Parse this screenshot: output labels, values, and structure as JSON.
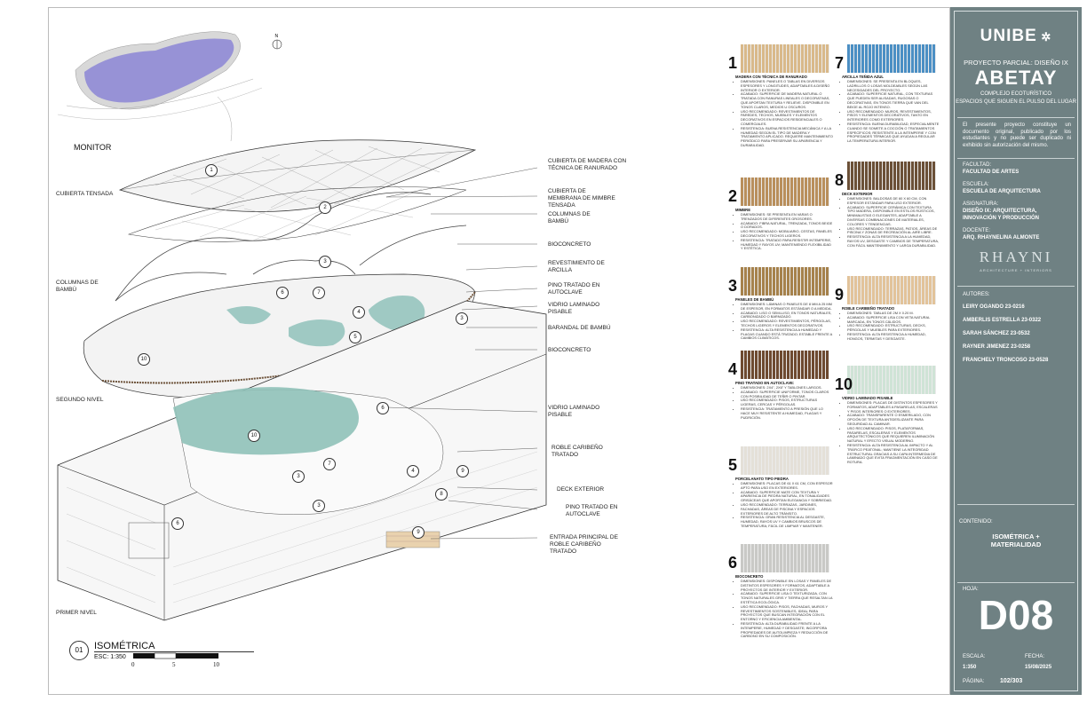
{
  "drawing": {
    "monitor_label": "MONITOR",
    "left_labels": [
      {
        "id": "cubierta",
        "text": "CUBIERTA TENSADA"
      },
      {
        "id": "columnas",
        "text": "COLUMNAS DE BAMBÚ"
      },
      {
        "id": "segundo",
        "text": "SEGUNDO NIVEL"
      },
      {
        "id": "primer",
        "text": "PRIMER NIVEL"
      }
    ],
    "right_labels": [
      {
        "id": "r1",
        "text": "CUBIERTA DE MADERA CON TÉCNICA DE RANURADO"
      },
      {
        "id": "r2",
        "text": "CUBIERTA DE MEMBRANA DE MIMBRE TENSADA"
      },
      {
        "id": "r3",
        "text": "COLUMNAS DE BAMBÚ"
      },
      {
        "id": "r4",
        "text": "BIOCONCRETO"
      },
      {
        "id": "r5",
        "text": "REVESTIMIENTO DE ARCILLA"
      },
      {
        "id": "r6",
        "text": "PINO TRATADO EN AUTOCLAVE"
      },
      {
        "id": "r7",
        "text": "VIDRIO LAMINADO PISABLE"
      },
      {
        "id": "r8",
        "text": "BARANDAL DE BAMBÚ"
      },
      {
        "id": "r9",
        "text": "BIOCONCRETO"
      },
      {
        "id": "r10",
        "text": "VIDRIO LAMINADO PISABLE"
      },
      {
        "id": "r11",
        "text": "ROBLE CARIBEÑO TRATADO"
      },
      {
        "id": "r12",
        "text": "DECK EXTERIOR"
      },
      {
        "id": "r13",
        "text": "PINO TRATADO EN AUTOCLAVE"
      },
      {
        "id": "r14",
        "text": "ENTRADA PRINCIPAL DE ROBLE CARIBEÑO TRATADO"
      }
    ],
    "markers": [
      "1",
      "2",
      "3",
      "6",
      "7",
      "4",
      "5",
      "3",
      "10",
      "6",
      "10",
      "7",
      "4",
      "9",
      "3",
      "3",
      "8",
      "6",
      "9"
    ],
    "view_number": "01",
    "view_title": "ISOMÉTRICA",
    "view_scale": "ESC: 1:350",
    "scale_ticks": [
      "0",
      "5",
      "10"
    ]
  },
  "materials": [
    {
      "n": "1",
      "name": "MADERA CON TÉCNICA DE RANURADO",
      "color": "#d9b98a",
      "items": [
        "DIMENSIONES: PANELES O TABLAS EN DIVERSOS ESPESORES Y LONGITUDES, ADAPTABLES A DISEÑO INTERIOR O EXTERIOR.",
        "ACABADO: SUPERFICIE DE MADERA NATURAL O TRATADA CON RANURAS LINEALES O DECORATIVAS, QUE APORTAN TEXTURA Y RELIEVE. DISPONIBLE EN TONOS CLAROS, MEDIOS U OSCUROS.",
        "USO RECOMENDADO: REVESTIMIENTOS DE PAREDES, TECHOS, MUEBLES Y ELEMENTOS DECORATIVOS EN ESPACIOS RESIDENCIALES O COMERCIALES.",
        "RESISTENCIA: BUENA RESISTENCIA MECÁNICA Y A LA HUMEDAD SEGÚN EL TIPO DE MADERA Y TRATAMIENTO APLICADO. REQUIERE MANTENIMIENTO PERIÓDICO PARA PRESERVAR SU APARIENCIA Y DURABILIDAD."
      ]
    },
    {
      "n": "2",
      "name": "MIMBRE",
      "color": "#b98f5c",
      "items": [
        "DIMENSIONES: SE PRESENTA EN VARAS O TRENZADOS DE DIFERENTES GROSORES.",
        "ACABADO: FIBRA NATURAL, TRENZADA, TONOS BEIGE O DORADOS.",
        "USO RECOMENDADO: MOBILIARIO, CESTAS, PANELES DECORATIVOS Y TECHOS LIGEROS.",
        "RESISTENCIA: TRATADO PARA RESISTIR INTEMPERIE, HUMEDAD Y RAYOS UV; MANTENIENDO FLEXIBILIDAD Y ESTÉTICA."
      ]
    },
    {
      "n": "3",
      "name": "PANELES DE BAMBÚ",
      "color": "#a6824c",
      "items": [
        "DIMENSIONES: LÁMINAS O PANELES DE 8 MM A 25 MM DE ESPESOR, EN FORMATOS ESTÁNDAR O A MEDIDA.",
        "ACABADO: LISO O SEMI-LISO, EN TONOS NATURALES, CARBONIZADO O BARNIZADO.",
        "USO RECOMENDADO: REVESTIMIENTOS, PÉRGOLAS, TECHOS LIGEROS Y ELEMENTOS DECORATIVOS.",
        "RESISTENCIA: ALTA RESISTENCIA A HUMEDAD Y PLAGAS CUANDO ESTÁ TRATADO; ESTABLE FRENTE A CAMBIOS CLIMÁTICOS."
      ]
    },
    {
      "n": "4",
      "name": "PINO TRATADO EN AUTOCLAVE:",
      "color": "#6e4a30",
      "items": [
        "DIMENSIONES: 2X4\", 2X6\" Y TABLONES LARGOS.",
        "ACABADO: SUPERFICIE UNIFORME, TONOS CLAROS CON POSIBILIDAD DE TEÑIR O PINTAR.",
        "USO RECOMENDADO: PISOS, ESTRUCTURAS LIGERAS, CERCAS Y PÉRGOLAS.",
        "RESISTENCIA: TRATAMIENTO A PRESIÓN QUE LO HACE MUY RESISTENTE A HUMEDAD, PLAGAS Y PUDRICIÓN."
      ]
    },
    {
      "n": "5",
      "name": "PORCELANATO TIPO PIEDRA",
      "color": "#e4e0d8",
      "items": [
        "DIMENSIONES: PLACAS DE 61 X 61 CM, CON ESPESOR APTO PARA USO EN EXTERIORES.",
        "ACABADO: SUPERFICIE MATE CON TEXTURA Y APARIENCIA DE PIEDRA NATURAL, EN TONALIDADES GRISÁCEAS QUE APORTAN ELEGANCIA Y SOBRIEDAD.",
        "USO RECOMENDADO: TERRAZAS, JARDINES, FACHADAS, ÁREAS DE PISCINA Y ESPACIOS EXTERIORES DE ALTO TRÁNSITO.",
        "RESISTENCIA: GRAN RESISTENCIA AL DESGASTE, HUMEDAD, RAYOS UV Y CAMBIOS BRUSCOS DE TEMPERATURA; FÁCIL DE LIMPIAR Y MANTENER."
      ]
    },
    {
      "n": "6",
      "name": "BIOCONCRETO",
      "color": "#c9c9c6",
      "items": [
        "DIMENSIONES: DISPONIBLE EN LOSAS Y PANELES DE DISTINTOS ESPESORES Y FORMATOS, ADAPTABLE A PROYECTOS DE INTERIOR Y EXTERIOR.",
        "ACABADO: SUPERFICIE LISA O TEXTURIZADA, CON TONOS NATURALES GRIS Y TIERRA QUE RESALTAN LA ESTÉTICA ECOLÓGICA.",
        "USO RECOMENDADO: PISOS, FACHADAS, MUROS Y REVESTIMIENTOS SOSTENIBLES, IDEAL PARA PROYECTOS QUE BUSCAN INTEGRACIÓN CON EL ENTORNO Y EFICIENCIA AMBIENTAL.",
        "RESISTENCIA: ALTA DURABILIDAD FRENTE A LA INTEMPERIE, HUMEDAD Y DESGASTE; INCORPORA PROPIEDADES DE AUTOLIMPIEZA Y REDUCCIÓN DE CARBONO EN SU COMPOSICIÓN."
      ]
    },
    {
      "n": "7",
      "name": "ARCILLA TEÑIDA AZUL",
      "color": "#4b8fc4",
      "items": [
        "DIMENSIONES: SE PRESENTA EN BLOQUES, LADRILLOS O LOSAS MOLDEABLES SEGÚN LAS NECESIDADES DEL PROYECTO.",
        "ACABADO: SUPERFICIE NATURAL, CON TEXTURAS QUE PUEDEN SER ALISADAS, RUGOSAS O DECORATIVAS, EN TONOS TIERRA QUE VAN DEL BEIGE AL ROJO INTENSO.",
        "USO RECOMENDADO: MUROS, REVESTIMIENTOS, PISOS Y ELEMENTOS DECORATIVOS, TANTO EN INTERIORES COMO EXTERIORES.",
        "RESISTENCIA: BUENA DURABILIDAD, ESPECIALMENTE CUANDO SE SOMETE A COCCIÓN O TRATAMIENTOS ESPECÍFICOS; RESISTENTE A LA INTEMPERIE Y CON PROPIEDADES TÉRMICAS QUE AYUDAN A REGULAR LA TEMPERATURA INTERIOR."
      ]
    },
    {
      "n": "8",
      "name": "DECK EXTERIOR",
      "color": "#6b5037",
      "items": [
        "DIMENSIONES: BALDOSAS DE 60 X 60 CM, CON ESPESOR ESTÁNDAR PARA USO EXTERIOR.",
        "ACABADO: SUPERFICIE CERÁMICA CON TEXTURA TIPO MADERA, DISPONIBLE EN ESTILOS RÚSTICOS, MINIMALISTAS O ELEGANTES, ADAPTABLE A DIVERSAS COMBINACIONES DE MATERIALES, COLORES Y TENDENCIAS.",
        "USO RECOMENDADO: TERRAZAS, PATIOS, ÁREAS DE PISCINA Y ZONAS DE RECREACIÓN AL AIRE LIBRE.",
        "RESISTENCIA: ALTA RESISTENCIA A LA HUMEDAD, RAYOS UV, DESGASTE Y CAMBIOS DE TEMPERATURA, CON FÁCIL MANTENIMIENTO Y LARGA DURABILIDAD."
      ]
    },
    {
      "n": "9",
      "name": "ROBLE CARIBEÑO TRATADO",
      "color": "#e2c39a",
      "items": [
        "DIMENSIONES: TABLAS DE 2M X 0.20 M.",
        "ACABADO: SUPERFICIE LISA CON VETA NATURAL MARCADA, EN TONOS CÁLIDOS.",
        "USO RECOMENDADO: ESTRUCTURAS, DECKS, PÉRGOLAS Y MUEBLES PARA EXTERIORES.",
        "RESISTENCIA: ALTA RESISTENCIA A HUMEDAD, HONGOS, TERMITAS Y DESGASTE."
      ]
    },
    {
      "n": "10",
      "name": "VIDRIO LAMINADO PISABLE",
      "color": "#cfe3d6",
      "items": [
        "DIMENSIONES: PLACAS DE DISTINTOS ESPESORES Y FORMATOS, ADAPTABLES A PASARELAS, ESCALERAS Y PISOS INTERIORES O EXTERIORES.",
        "ACABADO: TRANSPARENTE O ESMERILADO, CON OPCIÓN DE TEXTURA ANTIDESLIZANTE PARA SEGURIDAD AL CAMINAR.",
        "USO RECOMENDADO: PISOS, PLATAFORMAS, PASARELAS, ESCALERAS Y ELEMENTOS ARQUITECTÓNICOS QUE REQUIEREN ILUMINACIÓN NATURAL Y EFECTO VISUAL MODERNO.",
        "RESISTENCIA: ALTA RESISTENCIA AL IMPACTO Y AL TRÁFICO PEATONAL; MANTIENE LA INTEGRIDAD ESTRUCTURAL GRACIAS A SU CAPA INTERMEDIA DE LAMINADO QUE EVITA FRAGMENTACIÓN EN CASO DE ROTURA."
      ]
    }
  ],
  "panel": {
    "logo": "UNIBE",
    "project_line": "PROYECTO PARCIAL: DISEÑO IX",
    "project_name": "ABETAY",
    "subtitle1": "COMPLEJO ECOTURÍSTICO",
    "subtitle2": "ESPACIOS QUE SIGUEN EL PULSO DEL LUGAR",
    "disclaimer": "El presente proyecto constituye un documento original, publicado por los estudiantes y no puede ser duplicado ni exhibido sin autorización del mismo.",
    "facultad_label": "FACULTAD:",
    "facultad": "FACULTAD DE ARTES",
    "escuela_label": "ESCUELA:",
    "escuela": "ESCUELA DE ARQUITECTURA",
    "asignatura_label": "ASIGNATURA:",
    "asignatura": "DISEÑO IX: ARQUITECTURA, INNOVACIÓN Y PRODUCCIÓN",
    "docente_label": "DOCENTE:",
    "docente": "ARQ. RHAYNELINA ALMONTE",
    "brand": "RHAYNI",
    "brand_sub": "ARCHITECTURE + INTERIORS",
    "autores_label": "AUTORES:",
    "autores": [
      "LEIRY OGANDO 23-0216",
      "AMBERLIS ESTRELLA 23-0322",
      "SARAH SÁNCHEZ 23-0532",
      "RAYNER JIMENEZ 23-0258",
      "FRANCHELY TRONCOSO 23-0528"
    ],
    "contenido_label": "CONTENIDO:",
    "contenido1": "ISOMÉTRICA +",
    "contenido2": "MATERIALIDAD",
    "hoja_label": "HOJA:",
    "hoja": "D08",
    "escala_label": "ESCALA:",
    "escala": "1:350",
    "fecha_label": "FECHA:",
    "fecha": "15/08/2025",
    "pagina_label": "PÁGINA:",
    "pagina": "102/303"
  },
  "colors": {
    "panel": "#6f8183",
    "glass": "#8fc1b8",
    "clay": "#9fc9c3",
    "site": "#8c86d6"
  }
}
